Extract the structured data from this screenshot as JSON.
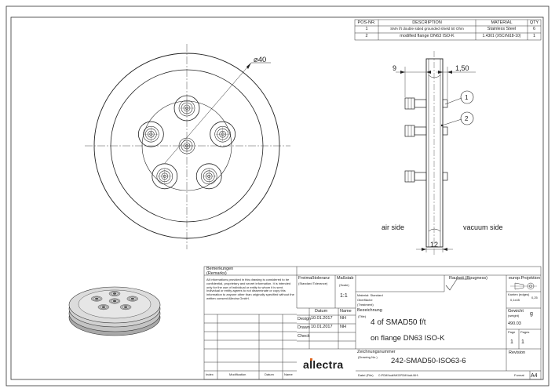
{
  "bom": {
    "headers": {
      "pos": "POS-NR.",
      "description": "DESCRIPTION",
      "material": "MATERIAL",
      "qty": "QTY"
    },
    "rows": [
      {
        "pos": "1",
        "description": "SMA f/t double sided grounded shield 50 Ohm",
        "material": "Stainless Steel",
        "qty": "6"
      },
      {
        "pos": "2",
        "description": "modified flange DN63 ISO-K",
        "material": "1.4301 (X5CrNi18-10)",
        "qty": "1"
      }
    ]
  },
  "dimensions": {
    "diameter": "⌀40",
    "left_offset": "9",
    "right_offset": "1,50",
    "thickness": "12"
  },
  "callouts": {
    "one": "1",
    "two": "2"
  },
  "labels": {
    "air_side": "air side",
    "vacuum_side": "vacuum side"
  },
  "title_block": {
    "remarks_label": "Bemerkungen",
    "remarks_label_en": "(Remarks)",
    "confidential": "All informations provided in this drawing is considered to be confidential, proprietary and secret information. It is intended only for the use of individual or entity to whom it is sent. Individual or entity agrees to not disseminate or copy this information to anyone other than originally specified without the written consent Allectra GmbH.",
    "tolerance_label": "Freimaßtoleranz",
    "tolerance_label_en": "(Standard Tolerance)",
    "scale_label": "Maßstab",
    "scale_label_en": "(Scale)",
    "scale_value": "1:1",
    "roughness_label": "Rauheit (Rougness)",
    "projection_label": "europ.Projektion",
    "edges_label": "Kanten (edges)",
    "edge_value_1": "0,1x45",
    "edge_value_2": "0,25",
    "material_label": "Material: Standard",
    "surface_label": "Oberfläche",
    "treatment_label": "(Treatment)",
    "weight_label": "Gewicht",
    "weight_label_en": "(weight)",
    "weight_unit": "g",
    "weight_value": "490.03",
    "designation_label": "Bezeichnung",
    "designation_label_en": "(Title)",
    "title_line1": "4 of SMAD50 f/t",
    "title_line2": "on flange DN63 ISO-K",
    "page_label": "Page",
    "pages_label": "Pages",
    "page_value": "1",
    "pages_value": "1",
    "date_col": "Datum",
    "name_col": "Name",
    "design_label": "Design",
    "design_date": "10.01.2017",
    "design_name": "NH",
    "drawn_label": "Drawn",
    "drawn_date": "10.01.2017",
    "drawn_name": "NH",
    "check_label": "Check",
    "drawing_no_label": "Zeichnungsnummer",
    "drawing_no_label_en": "(Drawing No.)",
    "drawing_no": "242-SMAD50-ISO63-6",
    "revision_label": "Revision",
    "logo_text": "allectra",
    "file_label": "Datei (File)",
    "file_value": "C:\\PDM\\Vault\\MKG\\PDM\\Vault-INH\\",
    "format_label": "Format",
    "format_value": "A4",
    "index_label": "Index",
    "modification_label": "Modification",
    "date_label2": "Datum",
    "name_label2": "Name"
  }
}
